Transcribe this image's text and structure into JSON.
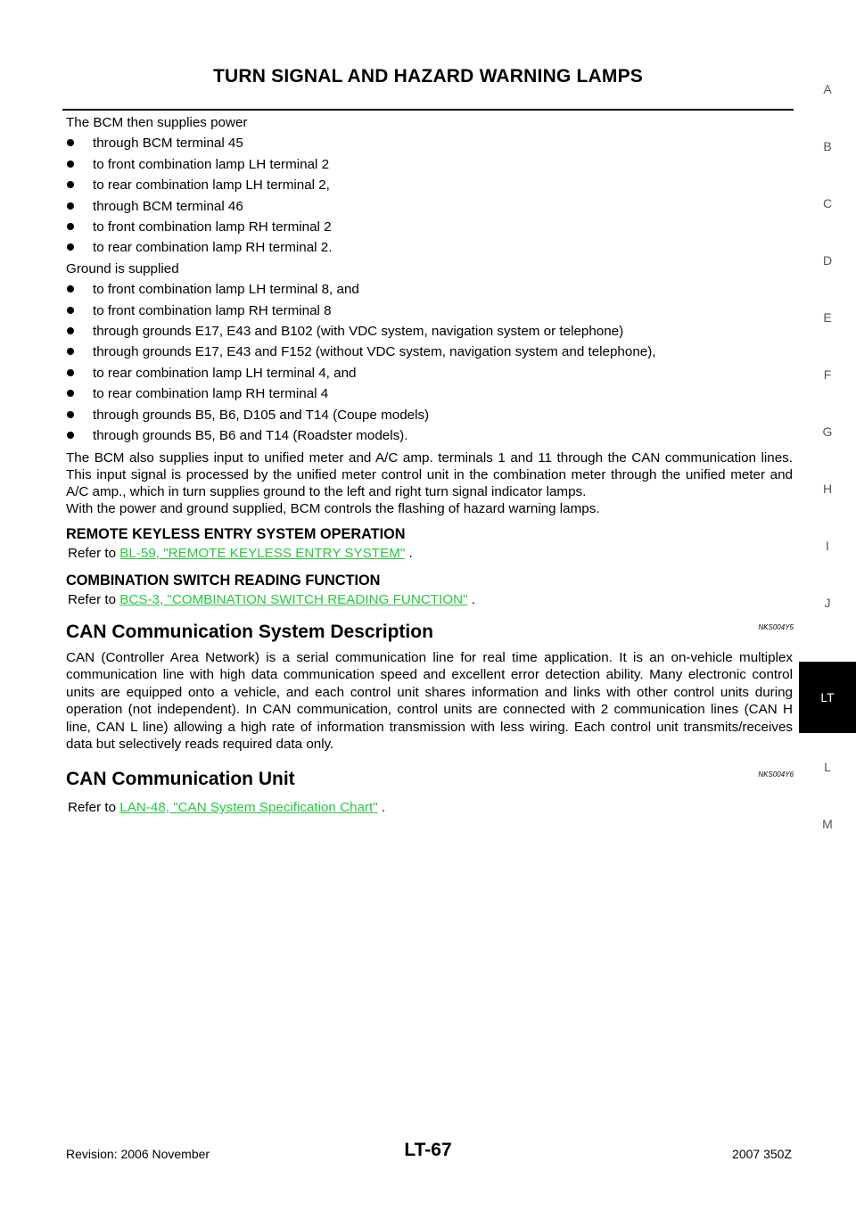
{
  "header": {
    "title": "TURN SIGNAL AND HAZARD WARNING LAMPS"
  },
  "intro1": "The BCM then supplies power",
  "power_bullets": [
    "through BCM terminal 45",
    "to front combination lamp LH terminal 2",
    "to rear combination lamp LH terminal 2,",
    "through BCM terminal 46",
    "to front combination lamp RH terminal 2",
    "to rear combination lamp RH terminal 2."
  ],
  "intro2": "Ground is supplied",
  "ground_bullets": [
    "to front combination lamp LH terminal 8, and",
    "to front combination lamp RH terminal 8",
    "through grounds E17, E43 and B102 (with VDC system, navigation system or telephone)",
    "through grounds E17, E43 and F152 (without VDC system, navigation system and telephone),",
    "to rear combination lamp LH terminal 4, and",
    "to rear combination lamp RH terminal 4",
    "through grounds B5, B6, D105 and T14 (Coupe models)",
    "through grounds B5, B6 and T14 (Roadster models)."
  ],
  "bcm_para": "The BCM also supplies input to unified meter and A/C amp. terminals 1 and 11 through the CAN communication lines. This input signal is processed by the unified meter control unit in the combination meter through the unified meter and A/C amp., which in turn supplies ground to the left and right turn signal indicator lamps.",
  "bcm_para2": "With the power and ground supplied, BCM controls the flashing of hazard warning lamps.",
  "rke": {
    "heading": "REMOTE KEYLESS ENTRY SYSTEM OPERATION",
    "prefix": "Refer to",
    "link": "BL-59, \"REMOTE KEYLESS ENTRY SYSTEM\"",
    "suffix": " ."
  },
  "combo": {
    "heading": "COMBINATION SWITCH READING FUNCTION",
    "prefix": "Refer to",
    "link": "BCS-3, \"COMBINATION SWITCH READING FUNCTION\"",
    "suffix": " ."
  },
  "can_desc": {
    "heading": "CAN Communication System Description",
    "id": "NKS004Y5",
    "body": "CAN (Controller Area Network) is a serial communication line for real time application. It is an on-vehicle multiplex communication line with high data communication speed and excellent error detection ability. Many electronic control units are equipped onto a vehicle, and each control unit shares information and links with other control units during operation (not independent). In CAN communication, control units are connected with 2 communication lines (CAN H line, CAN L line) allowing a high rate of information transmission with less wiring. Each control unit transmits/receives data but selectively reads required data only."
  },
  "can_unit": {
    "heading": "CAN Communication Unit",
    "id": "NKS004Y6",
    "prefix": "Refer to",
    "link": "LAN-48, \"CAN System Specification Chart\"",
    "suffix": " ."
  },
  "tabs": [
    "A",
    "B",
    "C",
    "D",
    "E",
    "F",
    "G",
    "H",
    "I",
    "J",
    "LT",
    "L",
    "M"
  ],
  "active_tab": "LT",
  "footer": {
    "revision": "Revision: 2006 November",
    "page": "LT-67",
    "model": "2007 350Z"
  }
}
